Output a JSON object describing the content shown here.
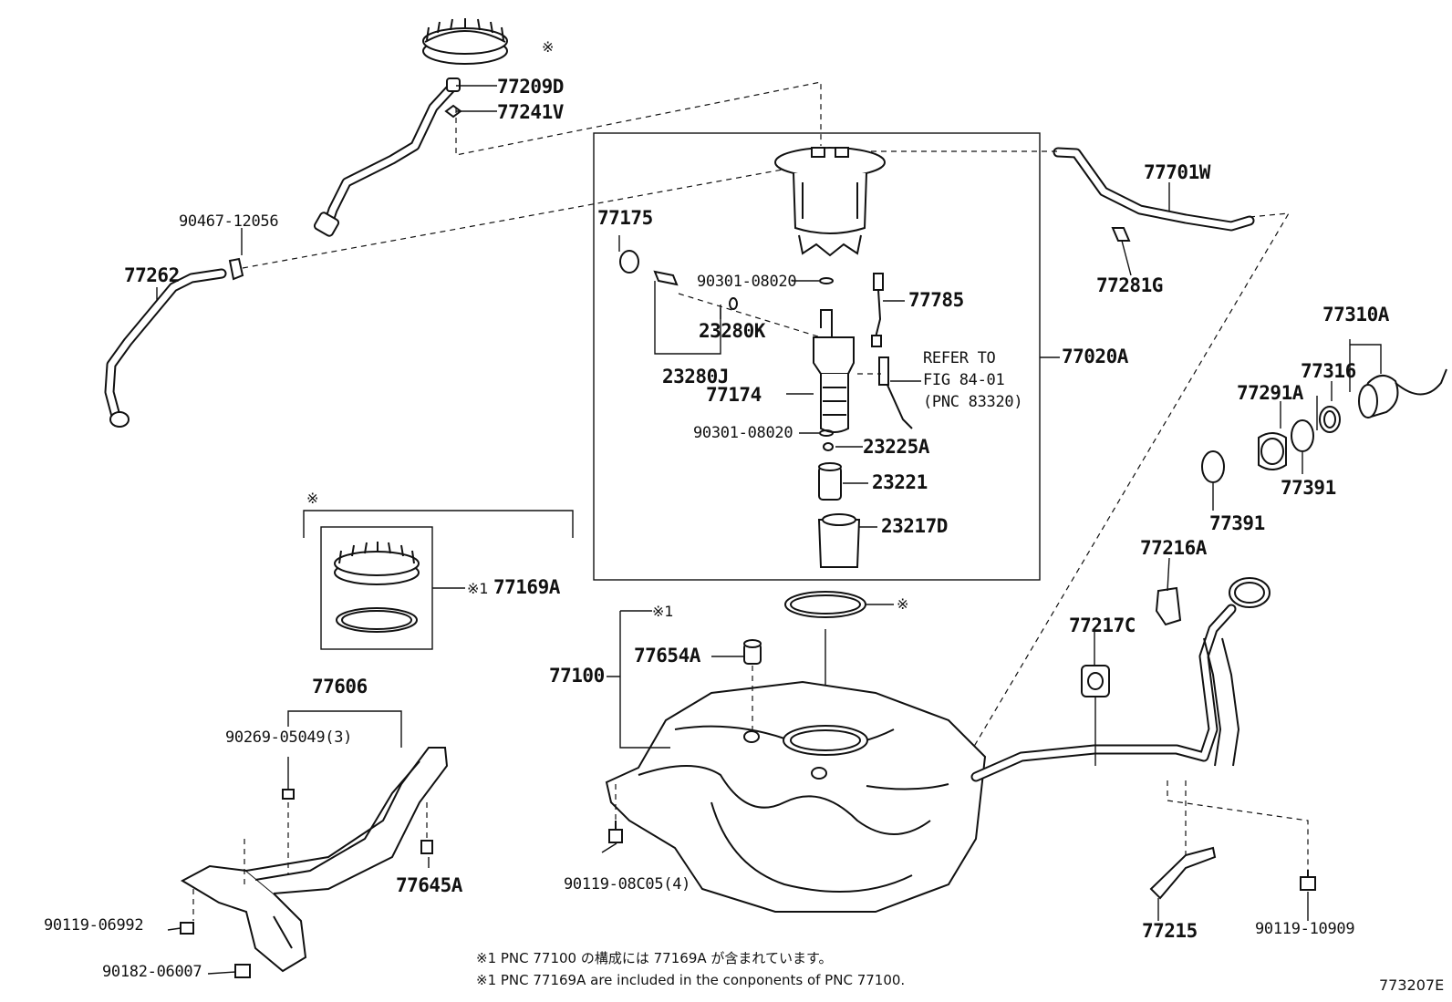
{
  "diagram": {
    "parts": {
      "p77209D": "77209D",
      "p77241V": "77241V",
      "p90467": "90467-12056",
      "p77262": "77262",
      "p77175": "77175",
      "p90301a": "90301-08020",
      "p23280K": "23280K",
      "p23280J": "23280J",
      "p77174": "77174",
      "p90301b": "90301-08020",
      "p23225A": "23225A",
      "p23221": "23221",
      "p23217D": "23217D",
      "p77785": "77785",
      "p77020A": "77020A",
      "p77701W": "77701W",
      "p77281G": "77281G",
      "p77310A": "77310A",
      "p77316": "77316",
      "p77291A": "77291A",
      "p77391a": "77391",
      "p77391b": "77391",
      "p77216A": "77216A",
      "p77217C": "77217C",
      "p77169A": "77169A",
      "p77100": "77100",
      "p77654A": "77654A",
      "p77606": "77606",
      "p90269": "90269-05049(3)",
      "p77645A": "77645A",
      "p90119_08": "90119-08C05(4)",
      "p90119_06": "90119-06992",
      "p90182": "90182-06007",
      "p77215": "77215",
      "p90119_10": "90119-10909"
    },
    "refer": [
      "REFER TO",
      "FIG 84-01",
      "(PNC 83320)"
    ],
    "marks": {
      "kome": "※",
      "kome1": "※1",
      "kome1_sub": "※1"
    },
    "notes": {
      "jp": "※1 PNC 77100 の構成には 77169A が含まれています。",
      "en": "※1 PNC 77169A are included in the conponents of PNC 77100."
    },
    "figure_id": "773207E"
  }
}
